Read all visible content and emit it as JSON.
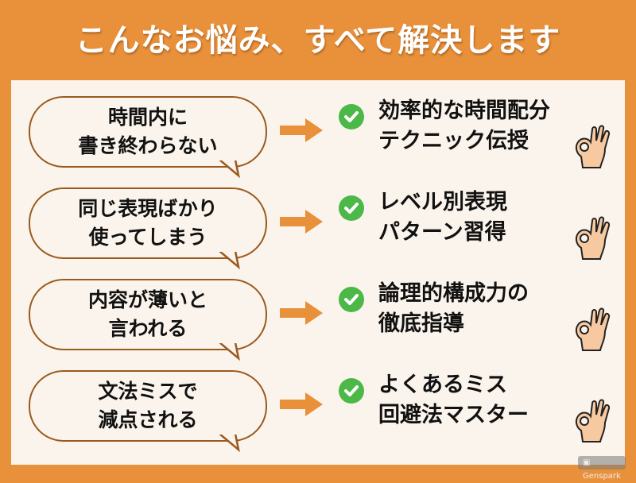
{
  "title": "こんなお悩み、すべて解決します",
  "rows": [
    {
      "problem": [
        "時間内に",
        "書き終わらない"
      ],
      "solution": [
        "効率的な時間配分",
        "テクニック伝授"
      ]
    },
    {
      "problem": [
        "同じ表現ばかり",
        "使ってしまう"
      ],
      "solution": [
        "レベル別表現",
        "パターン習得"
      ]
    },
    {
      "problem": [
        "内容が薄いと",
        "言われる"
      ],
      "solution": [
        "論理的構成力の",
        "徹底指導"
      ]
    },
    {
      "problem": [
        "文法ミスで",
        "減点される"
      ],
      "solution": [
        "よくあるミス",
        "回避法マスター"
      ]
    }
  ],
  "watermark": "Genspark",
  "colors": {
    "background": "#E8903A",
    "panel": "#FBF4EC",
    "bubble_border": "#9A5A1E",
    "check": "#4CB847"
  }
}
